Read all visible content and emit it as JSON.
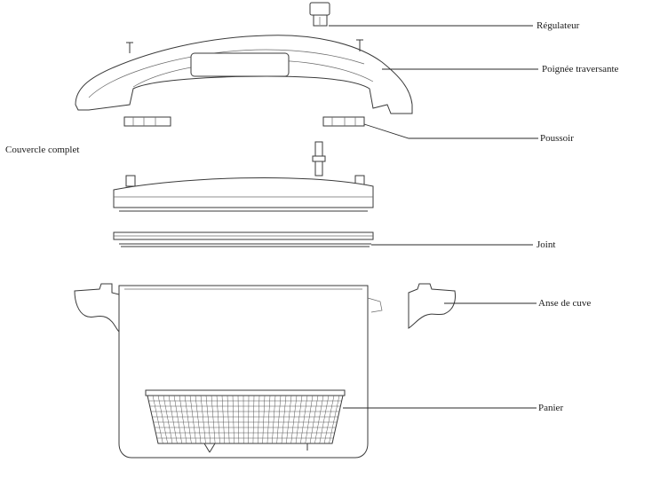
{
  "labels": {
    "regulateur": "Régulateur",
    "poignee": "Poignée traversante",
    "poussoir": "Poussoir",
    "couvercle": "Couvercle complet",
    "joint": "Joint",
    "anse": "Anse de cuve",
    "panier": "Panier"
  },
  "icons": {
    "regulator": "regulator-icon",
    "handle": "lid-handle-icon",
    "pushers": "pusher-icon",
    "lid": "lid-icon",
    "gasket": "gasket-icon",
    "pot": "pot-icon",
    "basket": "basket-icon"
  }
}
